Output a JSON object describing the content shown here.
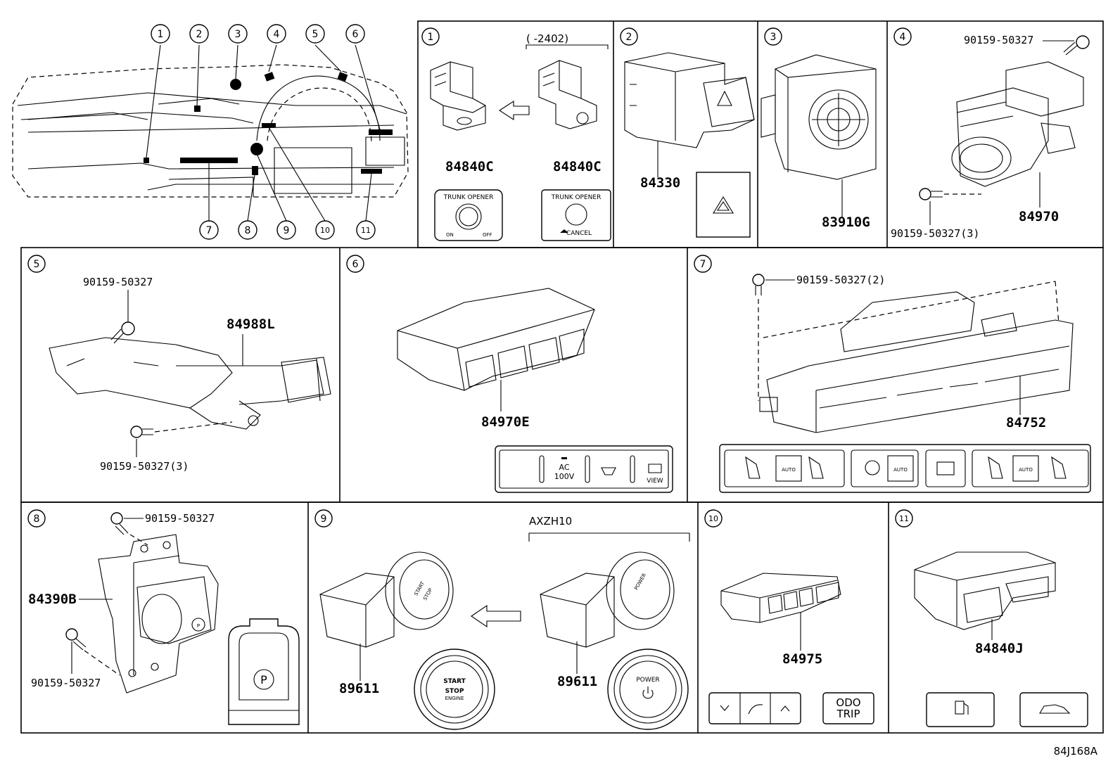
{
  "diagram": {
    "reference_code": "84J168A",
    "overview": {
      "callouts": [
        "1",
        "2",
        "3",
        "4",
        "5",
        "6",
        "7",
        "8",
        "9",
        "10",
        "11"
      ]
    },
    "panels": [
      {
        "id": "1",
        "parts": [
          "84840C",
          "84840C"
        ],
        "note": "(      -2402)",
        "buttons": [
          {
            "title": "TRUNK OPENER",
            "left": "ON",
            "right": "OFF"
          },
          {
            "title": "TRUNK OPENER",
            "bottom": "CANCEL"
          }
        ]
      },
      {
        "id": "2",
        "parts": [
          "84330"
        ]
      },
      {
        "id": "3",
        "parts": [
          "83910G"
        ]
      },
      {
        "id": "4",
        "parts": [
          "84970"
        ],
        "bolts": [
          "90159-50327",
          "90159-50327(3)"
        ]
      },
      {
        "id": "5",
        "parts": [
          "84988L"
        ],
        "bolts": [
          "90159-50327",
          "90159-50327(3)"
        ]
      },
      {
        "id": "6",
        "parts": [
          "84970E"
        ],
        "switch_labels": [
          "AC",
          "100V",
          "VIEW"
        ]
      },
      {
        "id": "7",
        "parts": [
          "84752"
        ],
        "bolts": [
          "90159-50327(2)"
        ],
        "switch_labels": [
          "AUTO",
          "AUTO",
          "AUTO"
        ]
      },
      {
        "id": "8",
        "parts": [
          "84390B"
        ],
        "bolts": [
          "90159-50327",
          "90159-50327"
        ],
        "switch_labels": [
          "P"
        ]
      },
      {
        "id": "9",
        "parts": [
          "89611",
          "89611"
        ],
        "note": "AXZH10",
        "buttons": [
          {
            "lines": [
              "START",
              "STOP",
              "ENGINE"
            ]
          },
          {
            "lines": [
              "POWER"
            ]
          }
        ]
      },
      {
        "id": "10",
        "parts": [
          "84975"
        ],
        "switch_labels": [
          "ODO",
          "TRIP"
        ]
      },
      {
        "id": "11",
        "parts": [
          "84840J"
        ]
      }
    ]
  }
}
